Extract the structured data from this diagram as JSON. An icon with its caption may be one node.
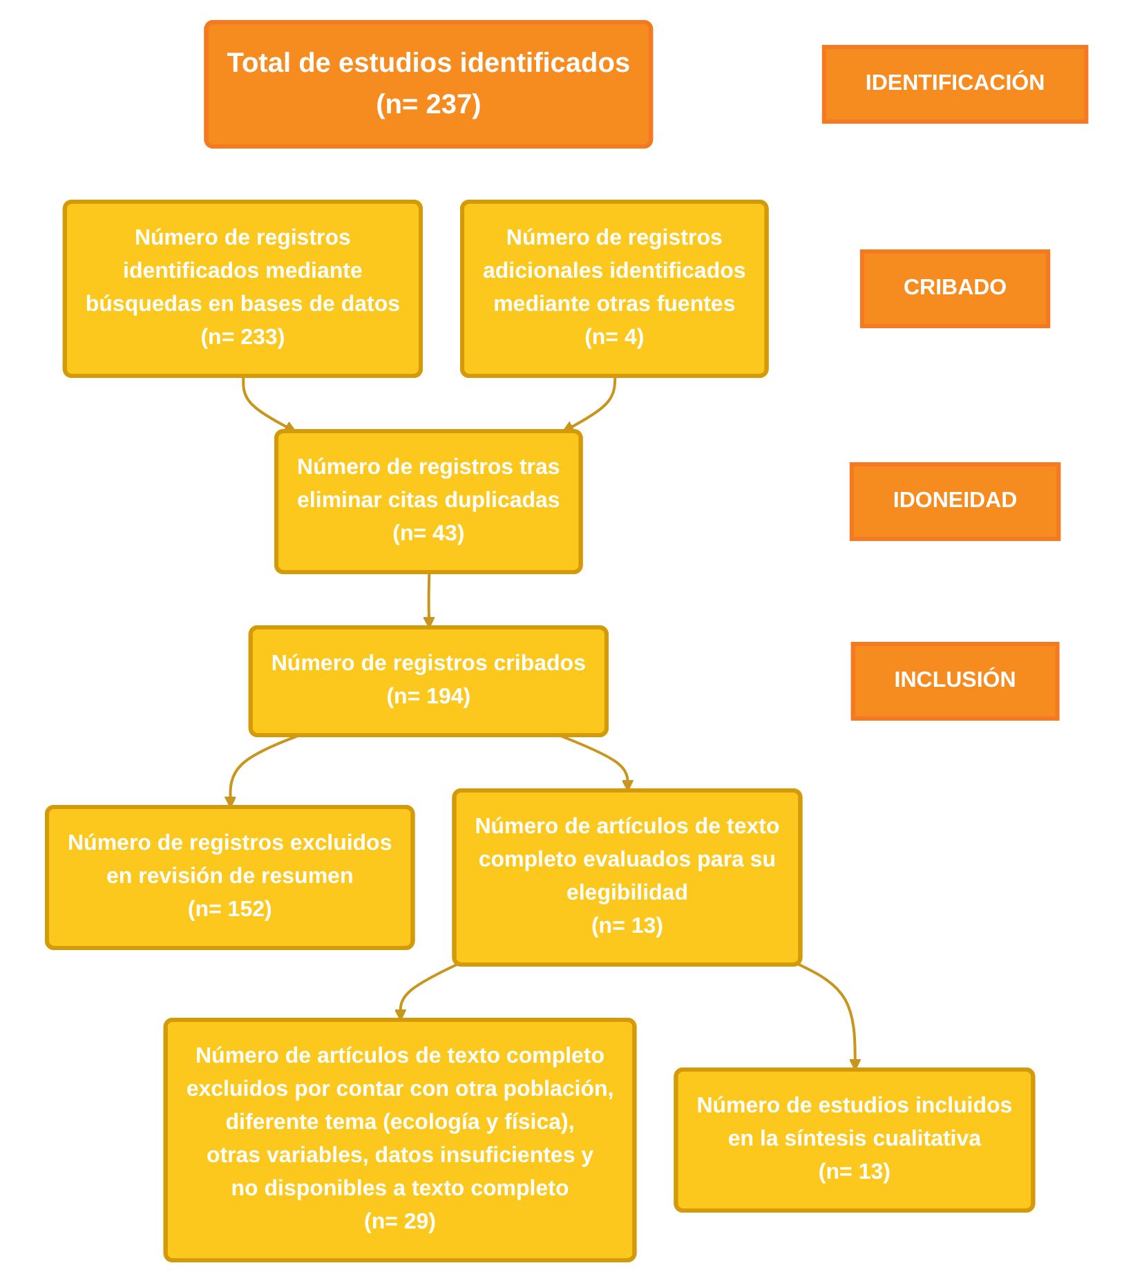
{
  "diagram": {
    "nodes": [
      {
        "text": [
          "IDENTIFICACIÓN"
        ]
      },
      {
        "text": [
          "Total de estudios identificados",
          "(n= 237)"
        ]
      },
      {
        "text": [
          "Número de registros identificados mediante búsquedas en bases de datos",
          "(n= 233)"
        ]
      },
      {
        "text": [
          "Número de registros adicionales identificados mediante otras fuentes",
          "(n= 4)"
        ]
      },
      {
        "text": [
          "CRIBADO"
        ]
      },
      {
        "text": [
          "Número de registros tras eliminar citas duplicadas",
          "(n= 43)"
        ]
      },
      {
        "text": [
          "Número de registros cribados",
          "(n= 194)"
        ]
      },
      {
        "text": [
          "Número de registros excluidos en revisión de resumen",
          "(n= 152)"
        ]
      },
      {
        "text": [
          "IDONEIDAD"
        ]
      },
      {
        "text": [
          "Número de artículos de texto completo evaluados para su elegibilidad",
          "(n= 13)"
        ]
      },
      {
        "text": [
          "Número de artículos de texto completo excluidos por contar con otra población, diferente tema (ecología y física), otras variables, datos insuficientes y no disponibles a texto completo",
          "(n= 29)"
        ]
      },
      {
        "text": [
          "INCLUSIÓN"
        ]
      },
      {
        "text": [
          "Número de estudios incluidos en la síntesis cualitativa",
          "(n= 13)"
        ]
      }
    ],
    "edges": [
      {
        "from": 2,
        "to": 5,
        "arrow": "to"
      },
      {
        "from": 3,
        "to": 5,
        "arrow": "to"
      },
      {
        "from": 5,
        "to": 6,
        "arrow": "to"
      },
      {
        "from": 6,
        "to": 7,
        "arrow": "to"
      },
      {
        "from": 6,
        "to": 9,
        "arrow": "to"
      },
      {
        "from": 9,
        "to": 10,
        "arrow": "to"
      },
      {
        "from": 9,
        "to": 12,
        "arrow": "to"
      }
    ]
  }
}
